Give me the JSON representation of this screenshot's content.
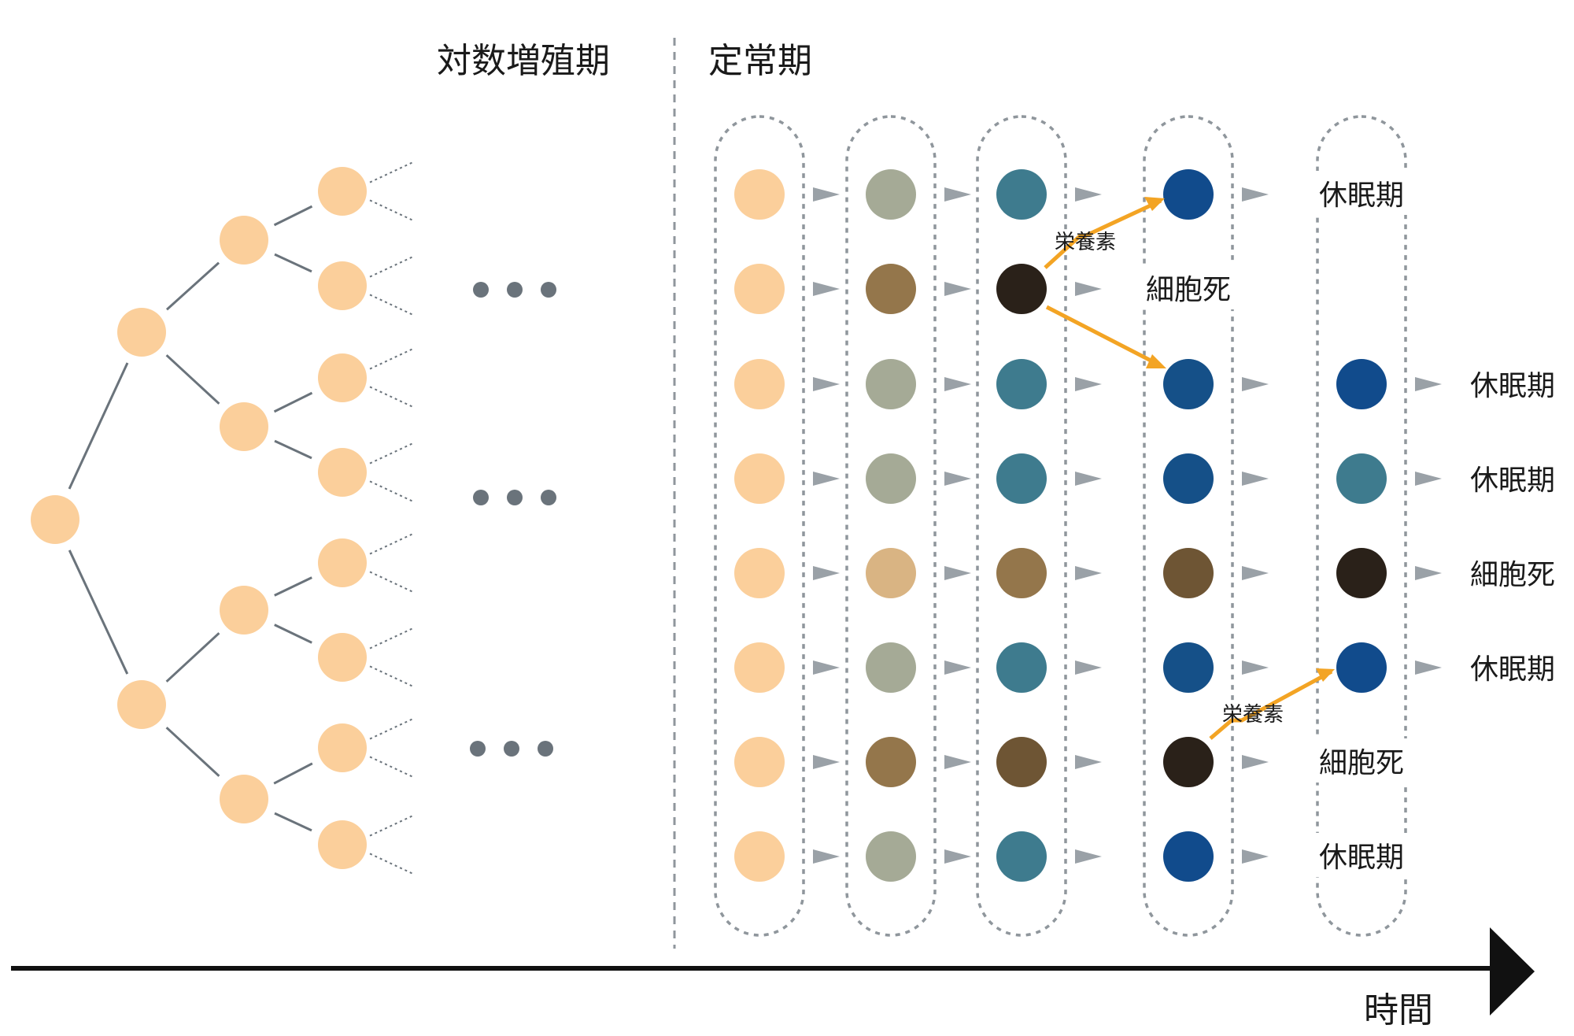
{
  "headers": {
    "log_phase": "対数増殖期",
    "stationary_phase": "定常期"
  },
  "axis": {
    "label": "時間"
  },
  "nutrient_label": "栄養素",
  "state_labels": {
    "dormant": "休眠期",
    "dead": "細胞死"
  },
  "colors": {
    "log_cell": "#fbcf9b",
    "pale_gray_green": "#a5aa96",
    "teal": "#3e7b8e",
    "dark_blue": "#155088",
    "navy": "#114b8c",
    "tan": "#d9b483",
    "brown": "#94764b",
    "dark_brown": "#6e5534",
    "black_brown": "#2a2119",
    "nutrient_arrow": "#f3a424",
    "dashed_outline": "#8f969c",
    "tree_line": "#6a737b",
    "ellipsis_dot": "#6a737b"
  },
  "grid": {
    "rows": [
      [
        "log_cell",
        "pale_gray_green",
        "teal",
        "navy",
        "dormant"
      ],
      [
        "log_cell",
        "brown",
        "black_brown",
        "dead",
        null
      ],
      [
        "log_cell",
        "pale_gray_green",
        "teal",
        "dark_blue",
        "navy"
      ],
      [
        "log_cell",
        "pale_gray_green",
        "teal",
        "dark_blue",
        "teal"
      ],
      [
        "log_cell",
        "tan",
        "brown",
        "dark_brown",
        "black_brown"
      ],
      [
        "log_cell",
        "pale_gray_green",
        "teal",
        "dark_blue",
        "navy"
      ],
      [
        "log_cell",
        "brown",
        "dark_brown",
        "black_brown",
        "dead"
      ],
      [
        "log_cell",
        "pale_gray_green",
        "teal",
        "navy",
        "dormant"
      ]
    ],
    "end_labels": [
      null,
      null,
      "dormant",
      "dormant",
      "dead",
      "dormant",
      null,
      null
    ]
  }
}
